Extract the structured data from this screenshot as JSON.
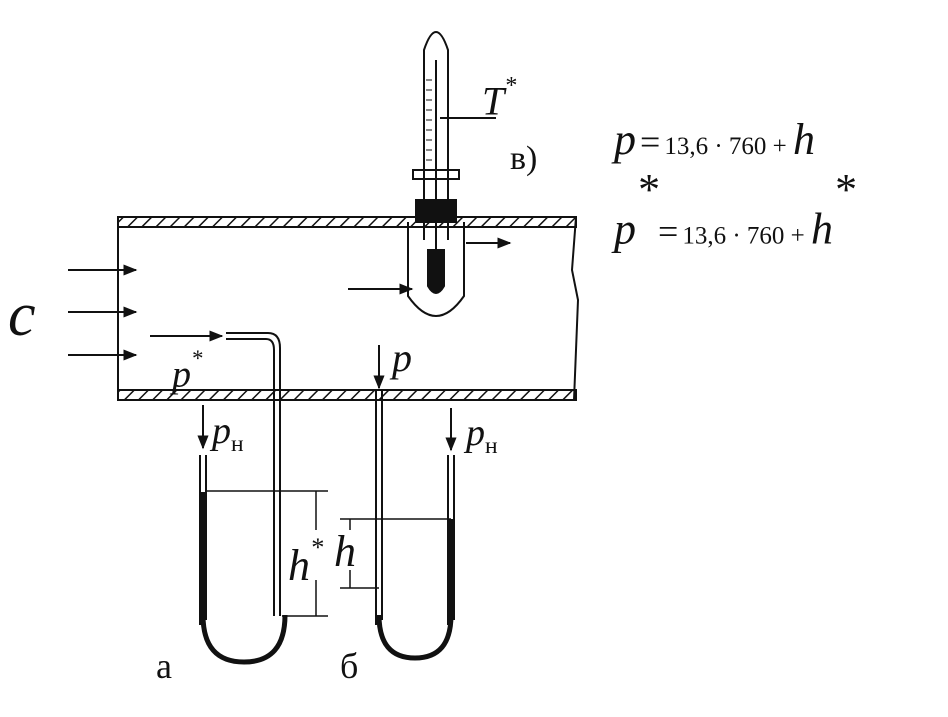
{
  "labels": {
    "flow": "c",
    "T_star": "T",
    "star": "*",
    "sub_v": "в)",
    "sub_a": "а",
    "sub_b": "б",
    "p_star": "p",
    "p": "p",
    "p_n": "p",
    "n": "н",
    "h_star": "h",
    "h": "h"
  },
  "equations": {
    "eq1": {
      "lhs": "p",
      "eq": "=",
      "rhs": "13,6 · 760 + ",
      "tail": "h"
    },
    "eq2": {
      "lhs": "p",
      "star": "*",
      "eq": "=",
      "rhs": "13,6 · 760 + ",
      "tail": "h",
      "tail_star": "*"
    }
  },
  "colors": {
    "ink": "#111111",
    "paper": "#ffffff"
  }
}
